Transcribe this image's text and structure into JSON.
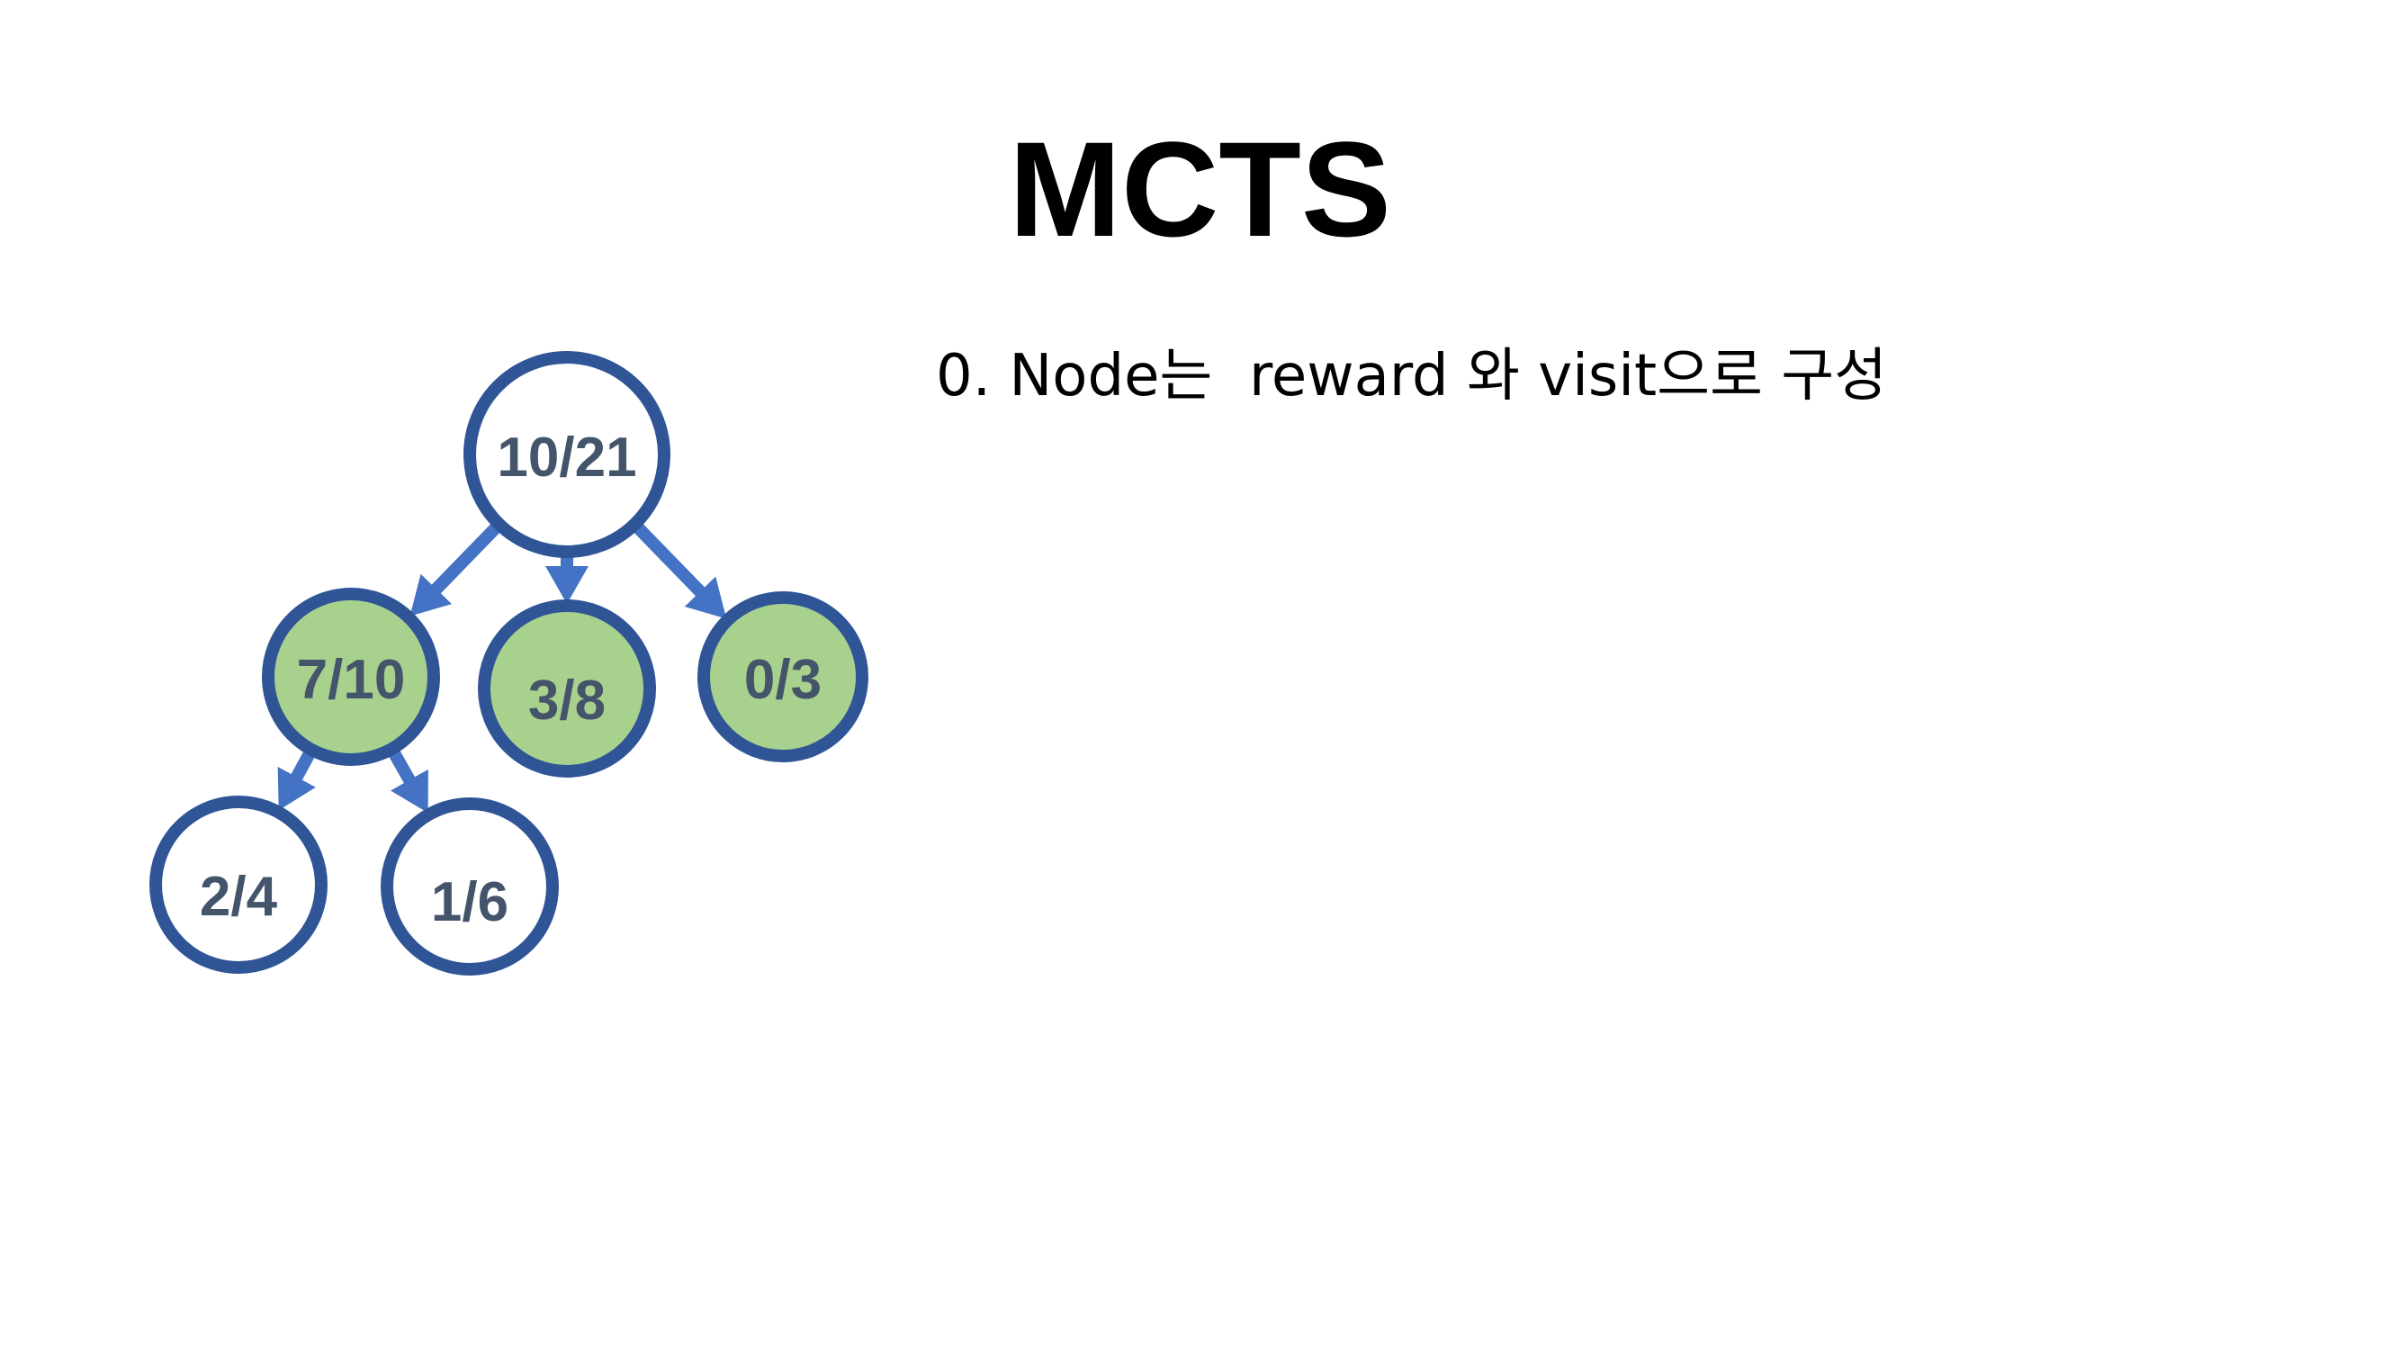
{
  "slide": {
    "title": "MCTS",
    "text": "0. Node는  reward 와 visit으로 구성"
  },
  "colors": {
    "node_stroke": "#2F5597",
    "edge": "#4472C4",
    "expanded_fill": "#A9D18E",
    "leaf_fill": "#FFFFFF",
    "label": "#44546A"
  },
  "tree": {
    "nodes": [
      {
        "id": "root",
        "label": "10/21",
        "reward": 10,
        "visits": 21,
        "state": "plain"
      },
      {
        "id": "a",
        "label": "7/10",
        "reward": 7,
        "visits": 10,
        "state": "highlighted"
      },
      {
        "id": "b",
        "label": "3/8",
        "reward": 3,
        "visits": 8,
        "state": "highlighted"
      },
      {
        "id": "c",
        "label": "0/3",
        "reward": 0,
        "visits": 3,
        "state": "highlighted"
      },
      {
        "id": "a1",
        "label": "2/4",
        "reward": 2,
        "visits": 4,
        "state": "plain"
      },
      {
        "id": "a2",
        "label": "1/6",
        "reward": 1,
        "visits": 6,
        "state": "plain"
      }
    ],
    "edges": [
      {
        "from": "root",
        "to": "a"
      },
      {
        "from": "root",
        "to": "b"
      },
      {
        "from": "root",
        "to": "c"
      },
      {
        "from": "a",
        "to": "a1"
      },
      {
        "from": "a",
        "to": "a2"
      }
    ]
  }
}
